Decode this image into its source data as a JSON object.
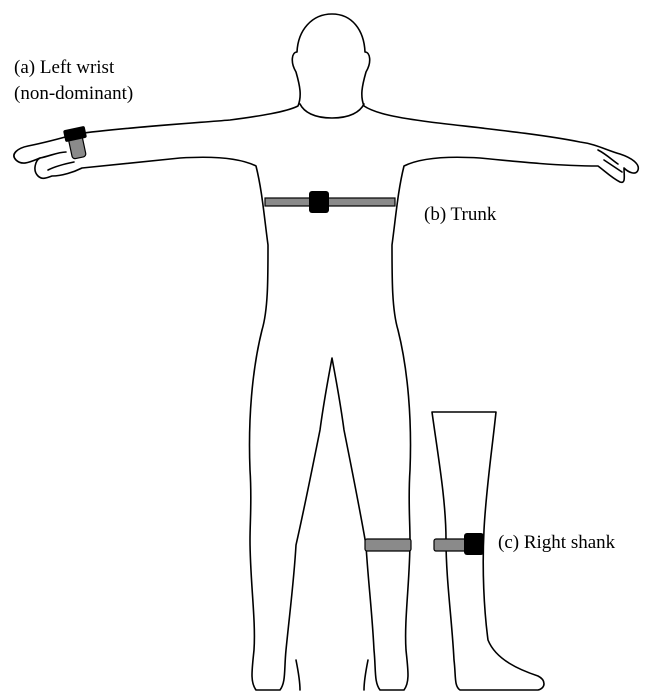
{
  "figure": {
    "labels": {
      "wrist_line1": "(a) Left wrist",
      "wrist_line2": "(non-dominant)",
      "trunk": "(b) Trunk",
      "shank": "(c) Right shank"
    },
    "colors": {
      "outline": "#000000",
      "strap": "#8a8a8a",
      "sensor": "#000000",
      "background": "#ffffff"
    },
    "sensor_locations": [
      "left wrist",
      "trunk",
      "right shank"
    ]
  }
}
